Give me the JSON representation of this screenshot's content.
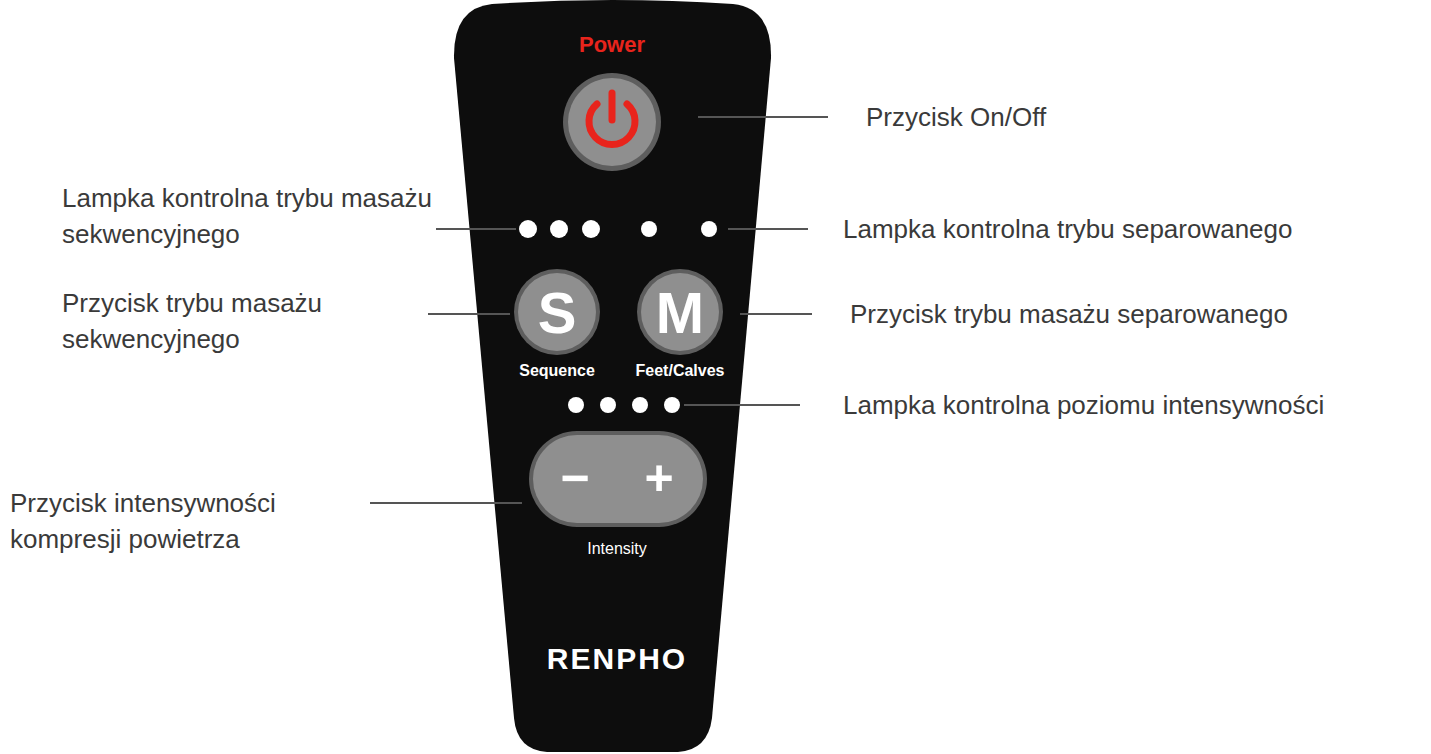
{
  "diagram": {
    "labels": [
      "Power",
      "Przycisk On/Off",
      "Lampka kontrolna trybu masażu sekwencyjnego",
      "Lampka kontrolna trybu separowanego",
      "Przycisk trybu masażu sekwencyjnego",
      "S",
      "M",
      "Przycisk trybu masażu separowanego",
      "Sequence",
      "Feet/Calves",
      "Lampka kontrolna poziomu intensywności",
      "Przycisk intensywności kompresji powietrza",
      "−",
      "+",
      "Intensity",
      "RENPHO"
    ]
  }
}
